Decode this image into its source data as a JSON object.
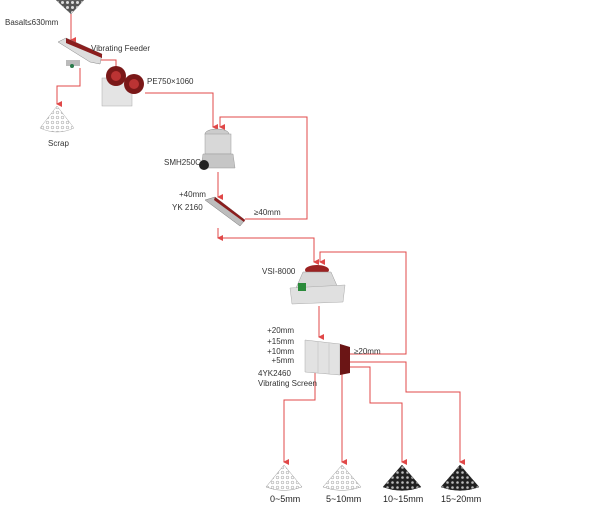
{
  "colors": {
    "line": "#e04848",
    "machine_red": "#8b1e1e",
    "machine_grey": "#c8c8c8"
  },
  "input": {
    "label": "Basalt≤630mm"
  },
  "feeder": {
    "label": "Vibrating Feeder"
  },
  "jaw_crusher": {
    "label": "PE750×1060"
  },
  "scrap": {
    "label": "Scrap"
  },
  "cone_crusher": {
    "label": "SMH250C"
  },
  "screen1": {
    "model": "YK 2160",
    "pass_label": "+40mm",
    "return_label": "≥40mm"
  },
  "vsi": {
    "label": "VSI-8000"
  },
  "screen2": {
    "model": "4YK2460",
    "type": "Vibrating Screen",
    "return_label": "≥20mm",
    "sizes": [
      "+20mm",
      "+15mm",
      "+10mm",
      "+5mm"
    ]
  },
  "products": [
    {
      "label": "0~5mm",
      "shade": "light"
    },
    {
      "label": "5~10mm",
      "shade": "light"
    },
    {
      "label": "10~15mm",
      "shade": "dark"
    },
    {
      "label": "15~20mm",
      "shade": "dark"
    }
  ]
}
